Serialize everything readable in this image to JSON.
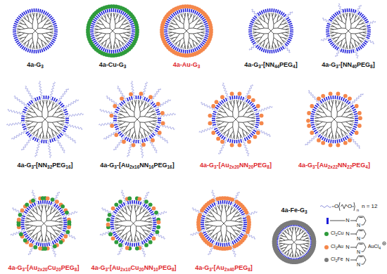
{
  "diagram": {
    "nodes": [
      {
        "text": [
          "4a-G3"
        ]
      },
      {
        "text": [
          "4a-Cu-G3"
        ]
      },
      {
        "text": [
          "4a-Au-G3"
        ]
      },
      {
        "text": [
          "4a-G3-[NN44PEG4]"
        ]
      },
      {
        "text": [
          "4a-G3-[NN40PEG8]"
        ]
      },
      {
        "text": [
          "4a-G3-[NN32PEG16]"
        ]
      },
      {
        "text": [
          "4a-G3-[Au2x16NN16PEG16]"
        ]
      },
      {
        "text": [
          "4a-G3-[Au2x20NN20PEG8]"
        ]
      },
      {
        "text": [
          "4a-G3-[Au2x22NN22PEG4]"
        ]
      },
      {
        "text": [
          "4a-G3-[Au2x20Cu20PEG8]"
        ]
      },
      {
        "text": [
          "4a-G3-[Au2x10Cu20NN10PEG8]"
        ]
      },
      {
        "text": [
          "4a-G3-[Au2x40PEG8]"
        ]
      },
      {
        "text": [
          "4a-Fe-G3"
        ]
      }
    ],
    "labels": [
      "O",
      "O",
      "n",
      "N",
      "N",
      "N",
      "N",
      "N",
      "AuCl4",
      "N",
      "N"
    ],
    "legend": [
      {
        "text": "n = 12"
      },
      {
        "text": "N",
        "color": "#1c1cd9"
      },
      {
        "text": "Cl2Cu",
        "color": "#2e9b3c"
      },
      {
        "text": "Cl2Au",
        "color": "#f4874b"
      },
      {
        "text": "Cl2Fe",
        "color": "#7a7a7a"
      }
    ]
  }
}
